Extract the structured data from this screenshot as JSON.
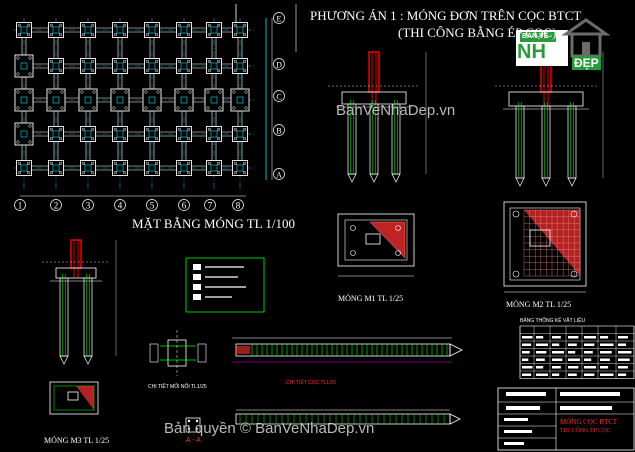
{
  "title": {
    "line1": "PHƯƠNG ÁN 1 : MÓNG ĐƠN TRÊN CỌC BTCT",
    "line2": "(THI CÔNG BẰNG ÉP CỌC)"
  },
  "plan": {
    "caption": "MẶT BẰNG MÓNG TL 1/100",
    "axis_numbers": [
      "1",
      "2",
      "3",
      "4",
      "5",
      "6",
      "7",
      "8"
    ],
    "axis_letters": [
      "E",
      "D",
      "C",
      "B",
      "A"
    ]
  },
  "details": {
    "m1": "MÓNG M1 TL 1/25",
    "m2": "MÓNG M2 TL 1/25",
    "m3": "MÓNG M3 TL 1/25",
    "table_title": "BẢNG THỐNG KÊ VẬT LIỆU",
    "pile_caption": "CHI TIẾT CỌC TL1/25",
    "joint_caption": "CHI TIẾT MỐI NỐI TL1/25",
    "section": "A - A"
  },
  "title_block": {
    "line1": "MÓNG CỌC BTCT",
    "line2": "THI CÔNG ÉP CỌC"
  },
  "watermarks": {
    "top": "BanVeNhaDep.vn",
    "bottom": "Bản quyền © BanVeNhaDep.vn"
  },
  "logo": {
    "top": "BẢN VẼ",
    "left": "NH",
    "right": "ĐẸP"
  },
  "colors": {
    "background": "#000000",
    "lines": "#ffffff",
    "column": "#ff0000",
    "hatch": "#ff3333",
    "axis": "#00e5ff",
    "plan_footing": "#ffffff",
    "green": "#00ff00",
    "magenta": "#ff00ff",
    "title_block_text": "#ff3030"
  }
}
